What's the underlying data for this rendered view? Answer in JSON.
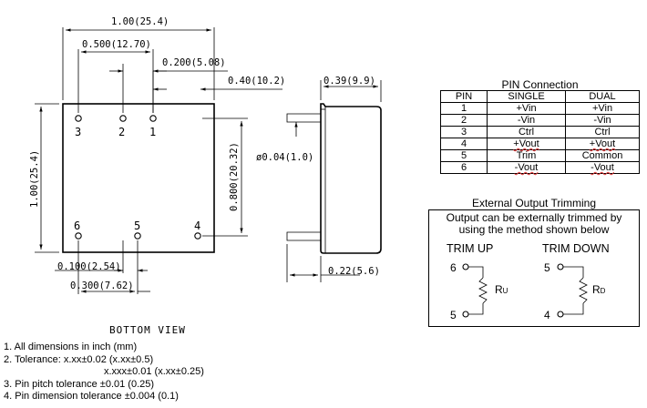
{
  "bottom_view": {
    "dim_width": "1.00(25.4)",
    "dim_pin_3_2": "0.500(12.70)",
    "dim_pin_2_1": "0.200(5.08)",
    "dim_pin1_edge": "0.40(10.2)",
    "dim_height": "1.00(25.4)",
    "dim_pin_row_spacing": "0.800(20.32)",
    "dim_bottom_small": "0.100(2.54)",
    "dim_bottom_large": "0.300(7.62)",
    "pin_labels": [
      "3",
      "2",
      "1",
      "6",
      "5",
      "4"
    ],
    "caption": "BOTTOM VIEW"
  },
  "side_view": {
    "dim_depth": "0.39(9.9)",
    "dim_pin_diameter": "ø0.04(1.0)",
    "dim_pin_length": "0.22(5.6)"
  },
  "pin_connection": {
    "title": "PIN Connection",
    "headers": [
      "PIN",
      "SINGLE",
      "DUAL"
    ],
    "rows": [
      [
        "1",
        "+Vin",
        "+Vin"
      ],
      [
        "2",
        "-Vin",
        "-Vin"
      ],
      [
        "3",
        "Ctrl",
        "Ctrl"
      ],
      [
        "4",
        "+Vout",
        "+Vout"
      ],
      [
        "5",
        "Trim",
        "Common"
      ],
      [
        "6",
        "-Vout",
        "-Vout"
      ]
    ]
  },
  "trimming": {
    "title": "External Output Trimming",
    "desc_line1": "Output can be externally trimmed by",
    "desc_line2": "using the method shown below",
    "up_label": "TRIM UP",
    "down_label": "TRIM DOWN",
    "up_pins": [
      "6",
      "5"
    ],
    "down_pins": [
      "5",
      "4"
    ],
    "up_resistor": "R",
    "up_resistor_sub": "U",
    "down_resistor": "R",
    "down_resistor_sub": "D"
  },
  "notes": [
    "1. All dimensions in inch (mm)",
    "2. Tolerance: x.xx±0.02 (x.xx±0.5)",
    "x.xxx±0.01 (x.xx±0.25)",
    "3. Pin pitch tolerance ±0.01 (0.25)",
    "4. Pin dimension tolerance ±0.004 (0.1)"
  ],
  "colors": {
    "line": "#000000",
    "spell_underline": "#dd3333"
  }
}
